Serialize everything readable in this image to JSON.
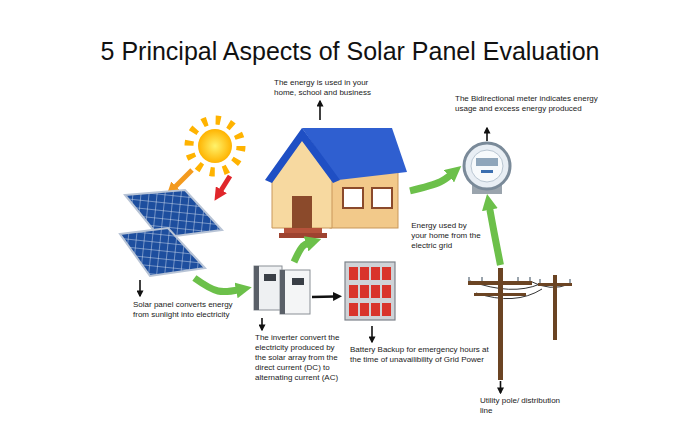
{
  "diagram": {
    "title": "5 Principal Aspects of Solar Panel Evaluation",
    "nodes": [
      {
        "text": [
          "Solar panel converts energy from sunlight into electricity"
        ]
      },
      {
        "text": [
          "The energy is used in your home, school and business"
        ]
      },
      {
        "text": [
          "The inverter convert the electricity produced by the solar array from the direct current (DC) to alternating current (AC)"
        ]
      },
      {
        "text": [
          "Battery Backup for emergency hours at the time of unavailibility of Grid Power"
        ]
      },
      {
        "text": [
          "The Bidirectional meter indicates energy usage and excess energy produced"
        ]
      },
      {
        "text": [
          "Utility pole/ distribution line"
        ]
      }
    ],
    "edges": [
      {
        "from": 0,
        "to": 2,
        "arrow": "to"
      },
      {
        "from": 2,
        "to": 1,
        "arrow": "to"
      },
      {
        "from": 2,
        "to": 3,
        "arrow": "to"
      },
      {
        "from": 1,
        "to": 4,
        "arrow": "to"
      },
      {
        "from": 5,
        "to": 4,
        "label": "Energy used by your home from the electric grid",
        "arrow": "to"
      }
    ]
  }
}
